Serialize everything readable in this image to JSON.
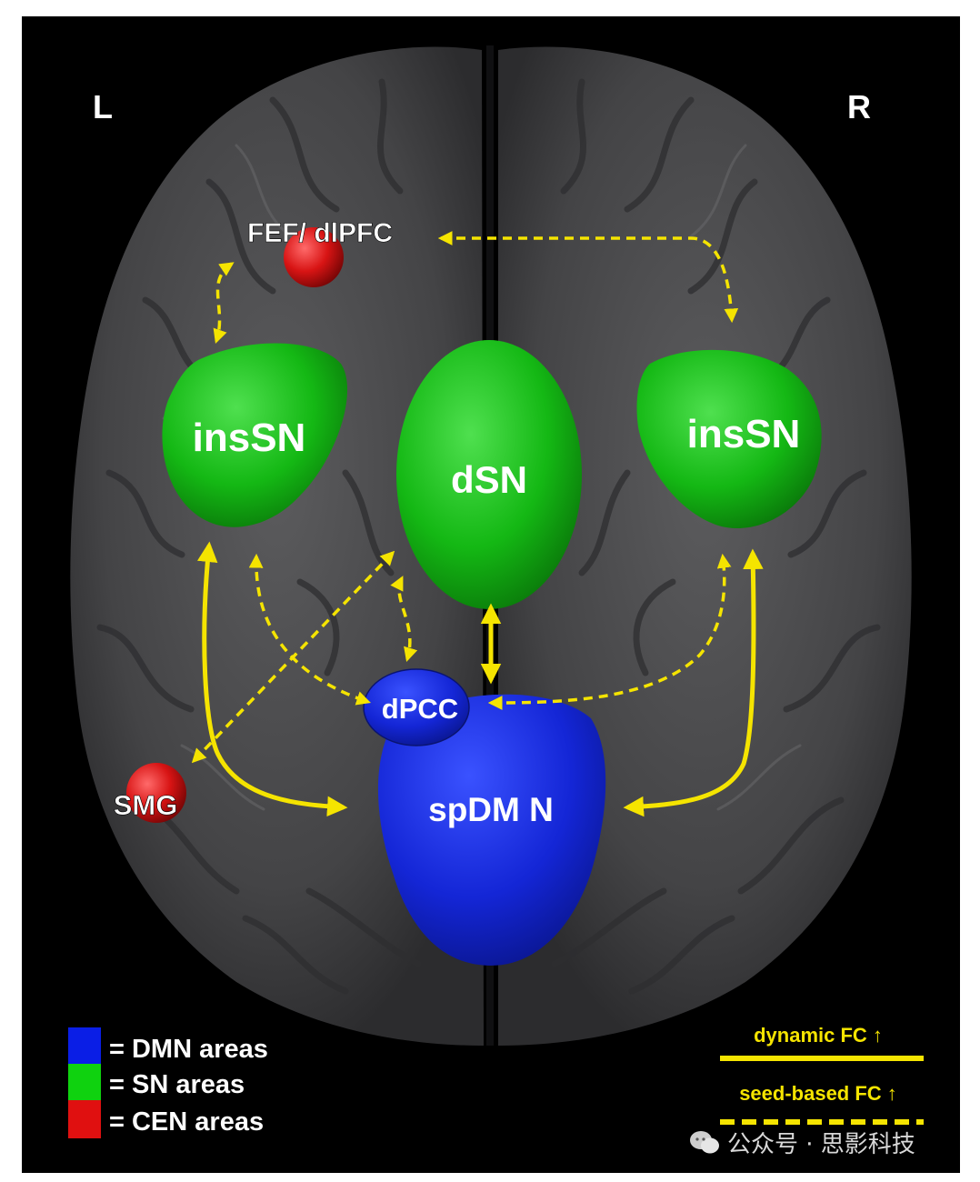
{
  "hemispheres": {
    "left": "L",
    "right": "R"
  },
  "regions": {
    "fef_dlpfc": "FEF/ dlPFC",
    "ins_sn_left": "insSN",
    "dsn": "dSN",
    "ins_sn_right": "insSN",
    "dpcc": "dPCC",
    "smg": "SMG",
    "spdmn": "spDM N"
  },
  "legend": {
    "areas": [
      {
        "label": "= DMN areas",
        "color": "#0a1ee6"
      },
      {
        "label": "= SN areas",
        "color": "#0fd20f"
      },
      {
        "label": "= CEN areas",
        "color": "#e01010"
      }
    ],
    "lines": {
      "solid": "dynamic FC ↑",
      "dashed": "seed-based FC ↑",
      "color": "#f5e400"
    }
  },
  "watermark": "公众号 · 思影科技",
  "colors": {
    "background": "#000000",
    "brain": "#4a4a4c",
    "dmn": "#1a2ee0",
    "sn": "#1ebf1e",
    "cen": "#d21616",
    "connection": "#f5e400"
  }
}
